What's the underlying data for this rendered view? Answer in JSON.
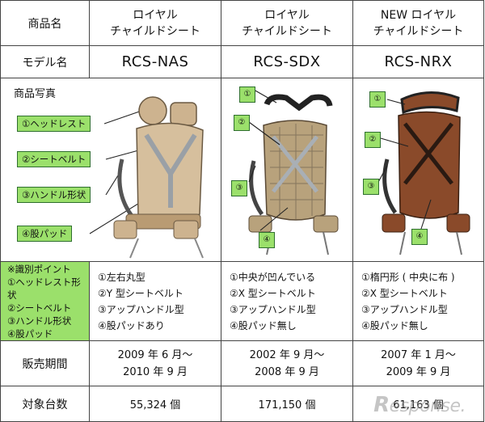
{
  "header": {
    "label": "商品名",
    "products": [
      {
        "line1": "ロイヤル",
        "line2": "チャイルドシート"
      },
      {
        "line1": "ロイヤル",
        "line2": "チャイルドシート"
      },
      {
        "line1": "NEW ロイヤル",
        "line2": "チャイルドシート"
      }
    ]
  },
  "model_row": {
    "label": "モデル名",
    "models": [
      "RCS-NAS",
      "RCS-SDX",
      "RCS-NRX"
    ]
  },
  "photo_row": {
    "label": "商品写真",
    "callouts": [
      "①ヘッドレスト",
      "②シートベルト",
      "③ハンドル形状",
      "④股パッド"
    ],
    "tags": [
      "①",
      "②",
      "③",
      "④"
    ]
  },
  "points_row": {
    "label_lines": [
      "※識別ポイント",
      "①ヘッドレスト形状",
      "②シートベルト",
      "③ハンドル形状",
      "④股パッド"
    ],
    "features": [
      [
        "①左右丸型",
        "②Y 型シートベルト",
        "③アップハンドル型",
        "④股パッドあり"
      ],
      [
        "①中央が凹んでいる",
        "②X 型シートベルト",
        "③アップハンドル型",
        "④股パッド無し"
      ],
      [
        "①楕円形 ( 中央に布 )",
        "②X 型シートベルト",
        "③アップハンドル型",
        "④股パッド無し"
      ]
    ]
  },
  "period_row": {
    "label": "販売期間",
    "periods": [
      {
        "from": "2009 年 6 月～",
        "to": "2010 年 9 月"
      },
      {
        "from": "2002 年 9 月～",
        "to": "2008 年 9 月"
      },
      {
        "from": "2007 年 1 月～",
        "to": "2009 年 9 月"
      }
    ]
  },
  "count_row": {
    "label": "対象台数",
    "counts": [
      "55,324 個",
      "171,150 個",
      "61,163 個"
    ]
  },
  "watermark": {
    "mark": "R",
    "text": "esponse."
  },
  "colors": {
    "callout_green": "#9be06b",
    "seat_beige": "#cdb38f",
    "seat_plaid": "#b8a27c",
    "seat_brown": "#8a4a2a"
  }
}
